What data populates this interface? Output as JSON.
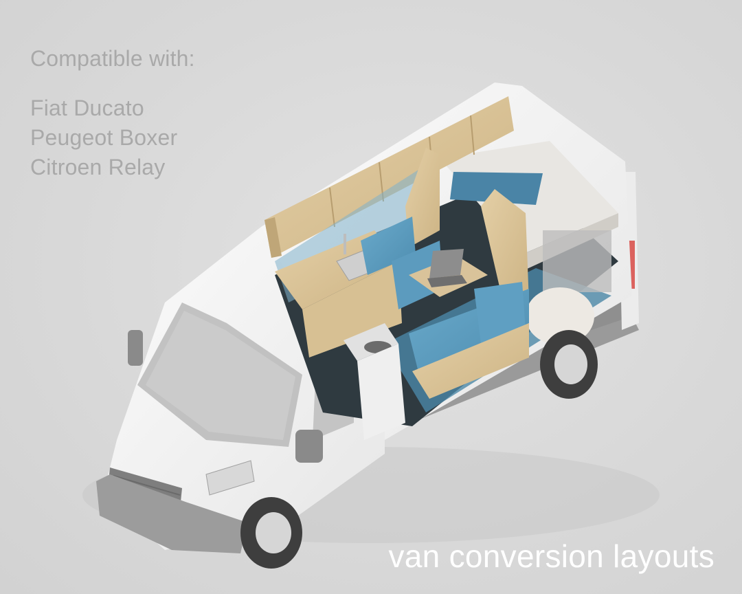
{
  "compatibility": {
    "heading": "Compatible with:",
    "models": [
      "Fiat Ducato",
      "Peugeot Boxer",
      "Citroen Relay"
    ]
  },
  "caption": "van conversion layouts",
  "colors": {
    "background": "#dcdcdc",
    "compat_text": "#a9a9a9",
    "caption_text": "#ffffff",
    "plywood": "#d9c39a",
    "upholstery_blue": "#5d9ec0",
    "van_body": "#f4f4f4"
  }
}
